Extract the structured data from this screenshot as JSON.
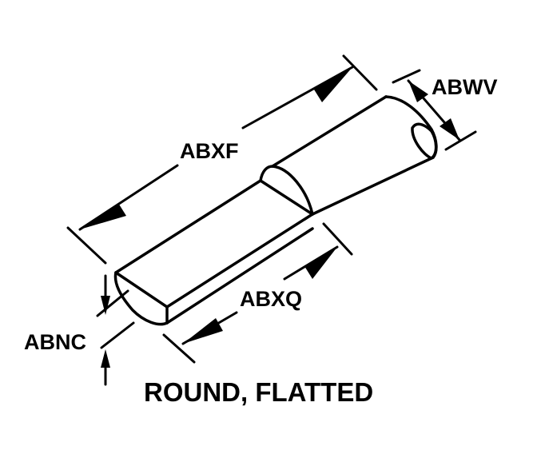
{
  "labels": {
    "overall_length": "ABXF",
    "diameter": "ABWV",
    "flat_length": "ABXQ",
    "flat_depth": "ABNC"
  },
  "caption": "ROUND, FLATTED",
  "colors": {
    "ink": "#000000",
    "background": "#ffffff"
  }
}
